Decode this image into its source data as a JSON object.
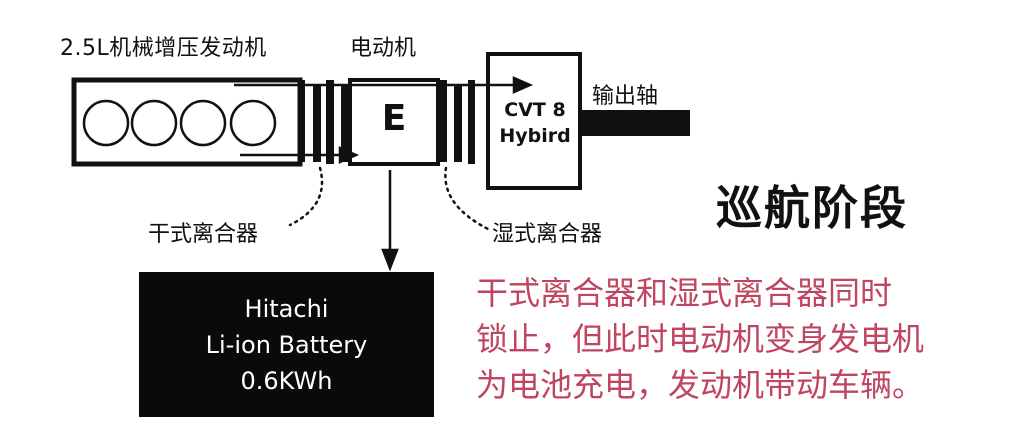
{
  "labels": {
    "engine": "2.5L机械增压发动机",
    "motor": "电动机",
    "output_shaft": "输出轴",
    "dry_clutch": "干式离合器",
    "wet_clutch": "湿式离合器",
    "stage_title": "巡航阶段",
    "motor_letter": "E",
    "cvt_line1": "CVT 8",
    "cvt_line2": "Hybird"
  },
  "battery": {
    "line1": "Hitachi",
    "line2": "Li-ion Battery",
    "line3": "0.6KWh"
  },
  "description": {
    "line1": "干式离合器和湿式离合器同时",
    "line2": "锁止，但此时电动机变身发电机",
    "line3": "为电池充电，发动机带动车辆。"
  },
  "colors": {
    "description_text": "#c0455f",
    "battery_fill": "#0a0a0a",
    "lines": "#111111"
  }
}
